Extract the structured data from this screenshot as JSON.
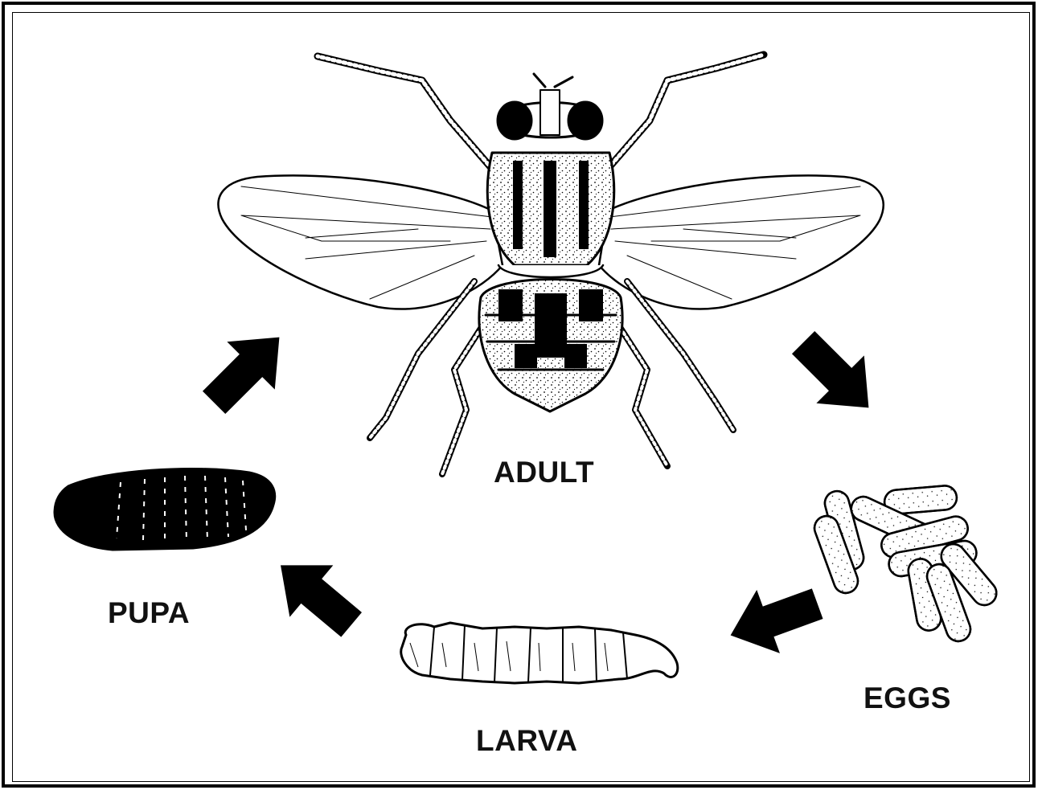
{
  "diagram": {
    "stages": {
      "adult": "ADULT",
      "eggs": "EGGS",
      "larva": "LARVA",
      "pupa": "PUPA"
    },
    "colors": {
      "ink": "#000000",
      "background": "#ffffff"
    }
  }
}
